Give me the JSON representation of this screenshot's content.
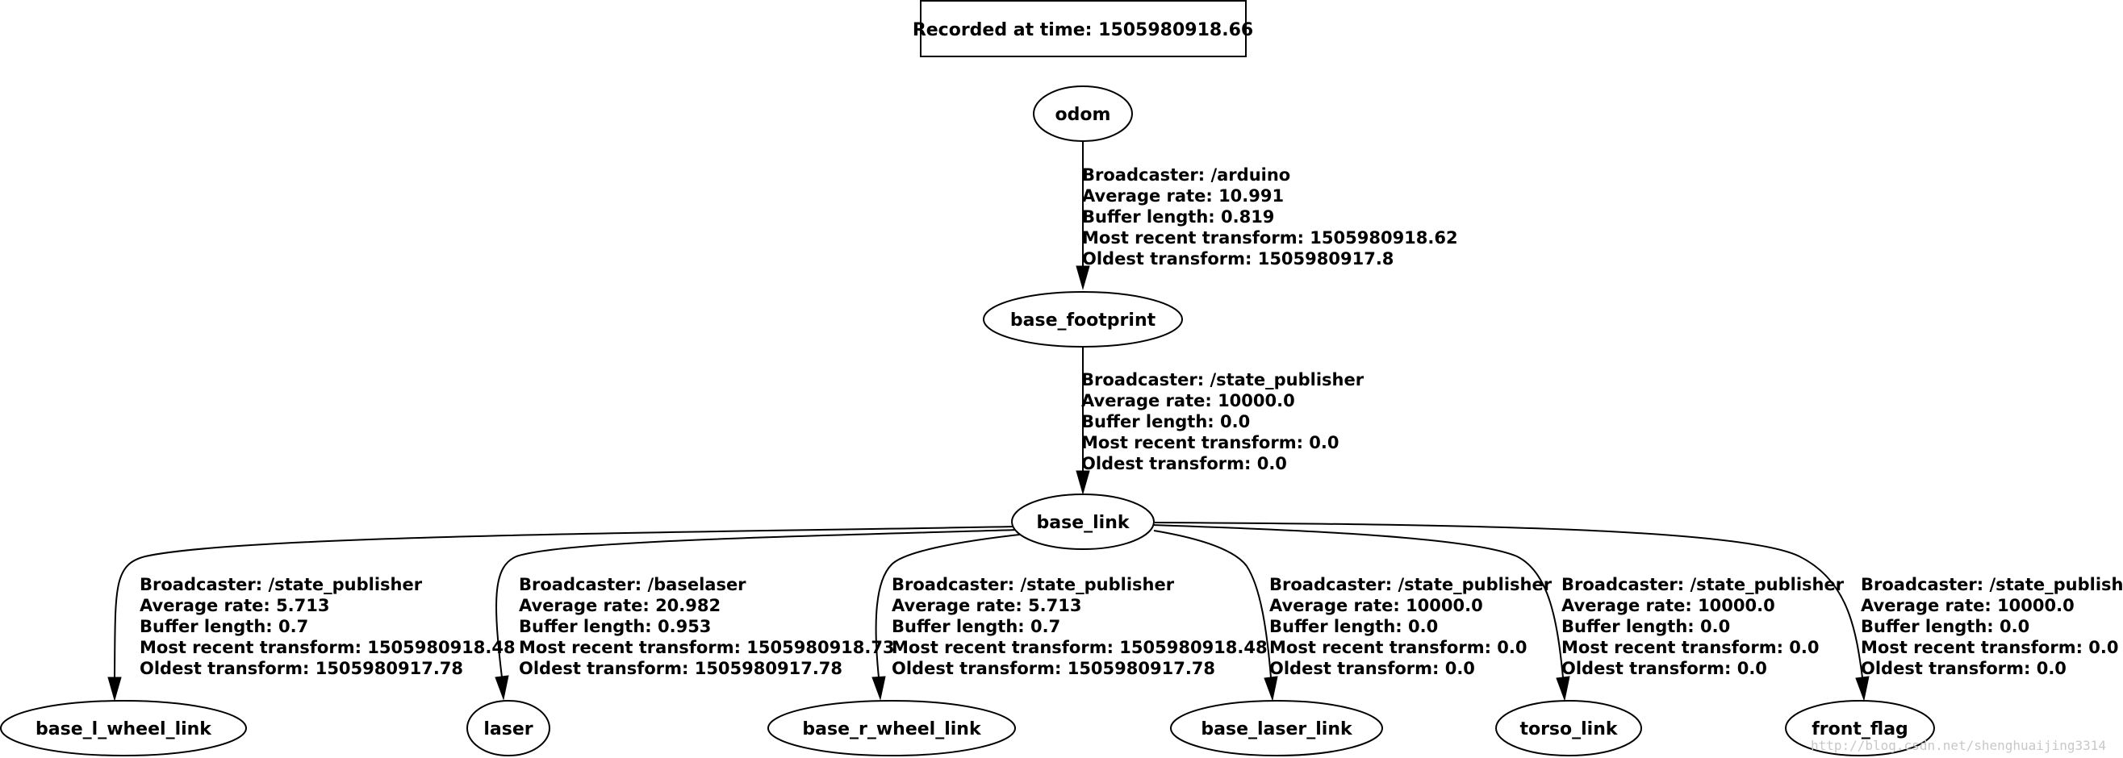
{
  "recorded": "Recorded at time: 1505980918.66",
  "watermark": "http://blog.csdn.net/shenghuaijing3314",
  "nodes": {
    "odom": "odom",
    "base_footprint": "base_footprint",
    "base_link": "base_link",
    "base_l_wheel_link": "base_l_wheel_link",
    "laser": "laser",
    "base_r_wheel_link": "base_r_wheel_link",
    "base_laser_link": "base_laser_link",
    "torso_link": "torso_link",
    "front_flag": "front_flag"
  },
  "edges": {
    "odom_to_base_footprint": {
      "broadcaster": "Broadcaster: /arduino",
      "rate": "Average rate: 10.991",
      "buffer": "Buffer length: 0.819",
      "recent": "Most recent transform: 1505980918.62",
      "oldest": "Oldest transform: 1505980917.8"
    },
    "base_footprint_to_base_link": {
      "broadcaster": "Broadcaster: /state_publisher",
      "rate": "Average rate: 10000.0",
      "buffer": "Buffer length: 0.0",
      "recent": "Most recent transform: 0.0",
      "oldest": "Oldest transform: 0.0"
    },
    "base_link_to_base_l_wheel_link": {
      "broadcaster": "Broadcaster: /state_publisher",
      "rate": "Average rate: 5.713",
      "buffer": "Buffer length: 0.7",
      "recent": "Most recent transform: 1505980918.48",
      "oldest": "Oldest transform: 1505980917.78"
    },
    "base_link_to_laser": {
      "broadcaster": "Broadcaster: /baselaser",
      "rate": "Average rate: 20.982",
      "buffer": "Buffer length: 0.953",
      "recent": "Most recent transform: 1505980918.73",
      "oldest": "Oldest transform: 1505980917.78"
    },
    "base_link_to_base_r_wheel_link": {
      "broadcaster": "Broadcaster: /state_publisher",
      "rate": "Average rate: 5.713",
      "buffer": "Buffer length: 0.7",
      "recent": "Most recent transform: 1505980918.48",
      "oldest": "Oldest transform: 1505980917.78"
    },
    "base_link_to_base_laser_link": {
      "broadcaster": "Broadcaster: /state_publisher",
      "rate": "Average rate: 10000.0",
      "buffer": "Buffer length: 0.0",
      "recent": "Most recent transform: 0.0",
      "oldest": "Oldest transform: 0.0"
    },
    "base_link_to_torso_link": {
      "broadcaster": "Broadcaster: /state_publisher",
      "rate": "Average rate: 10000.0",
      "buffer": "Buffer length: 0.0",
      "recent": "Most recent transform: 0.0",
      "oldest": "Oldest transform: 0.0"
    },
    "base_link_to_front_flag": {
      "broadcaster": "Broadcaster: /state_publisher",
      "rate": "Average rate: 10000.0",
      "buffer": "Buffer length: 0.0",
      "recent": "Most recent transform: 0.0",
      "oldest": "Oldest transform: 0.0"
    }
  }
}
